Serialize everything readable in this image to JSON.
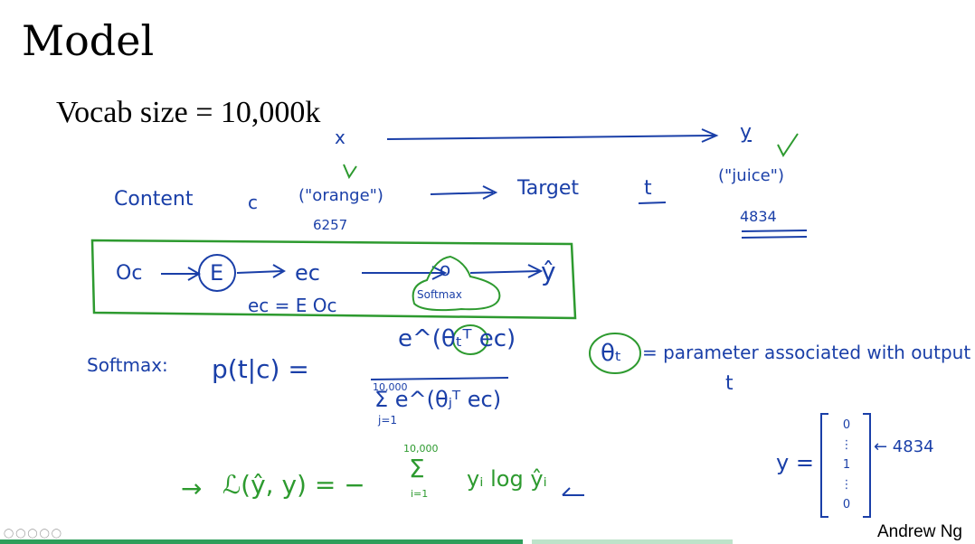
{
  "slide": {
    "title": "Model",
    "vocab_line": "Vocab size = 10,000k",
    "author": "Andrew Ng"
  },
  "annotations": {
    "x_label": "x",
    "y_label": "y",
    "context_label": "Content",
    "c_label": "c",
    "context_word": "(\"orange\")",
    "context_index": "6257",
    "target_label": "Target",
    "t_label": "t",
    "target_word": "(\"juice\")",
    "target_index": "4834",
    "pipeline_oc": "Oᴄ",
    "pipeline_E": "E",
    "pipeline_ec": "eᴄ",
    "pipeline_softmax": "Softmax",
    "pipeline_yhat": "ŷ",
    "ec_equation": "eᴄ = E Oᴄ",
    "softmax_label": "Softmax:",
    "p_expr": "p(t|c)  =",
    "numerator": "e^(θₜᵀ eᴄ)",
    "denominator": "Σ e^(θⱼᵀ eᴄ)",
    "sum_top": "10,000",
    "sum_bottom": "j=1",
    "theta_t": "θₜ",
    "theta_desc": "= parameter associated with output",
    "theta_desc_t": "t",
    "loss_arrow": "→",
    "loss_expr": "ℒ(ŷ, y) = −",
    "loss_sum": "Σ",
    "loss_sum_top": "10,000",
    "loss_sum_bottom": "i=1",
    "loss_term": "yᵢ log ŷᵢ",
    "y_vec_label": "y =",
    "y_vec_entries": [
      "0",
      "⋮",
      "1",
      "⋮",
      "0"
    ],
    "y_vec_pointer": "← 4834"
  },
  "colors": {
    "ink_blue": "#1a3fa8",
    "ink_green": "#2d9a2f",
    "progress_green": "#2e9e5b"
  }
}
